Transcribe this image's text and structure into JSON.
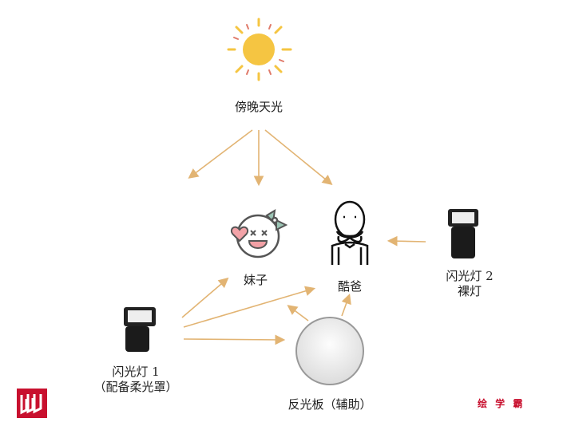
{
  "labels": {
    "sky": "傍晚天光",
    "girl": "妹子",
    "dad": "酷爸",
    "flash2_line1": "闪光灯 2",
    "flash2_line2": "裸灯",
    "flash1_line1": "闪光灯 1",
    "flash1_line2": "（配备柔光罩）",
    "reflector": "反光板（辅助）"
  },
  "brand": {
    "text": "绘 学 霸",
    "logo_letter": "W"
  },
  "colors": {
    "arrow": "#e2b473",
    "sun": "#f5c542",
    "sun_rays": "#f5c542",
    "brand": "#c8102e",
    "bow": "#9cc5b5",
    "heart": "#f3a3a8"
  }
}
